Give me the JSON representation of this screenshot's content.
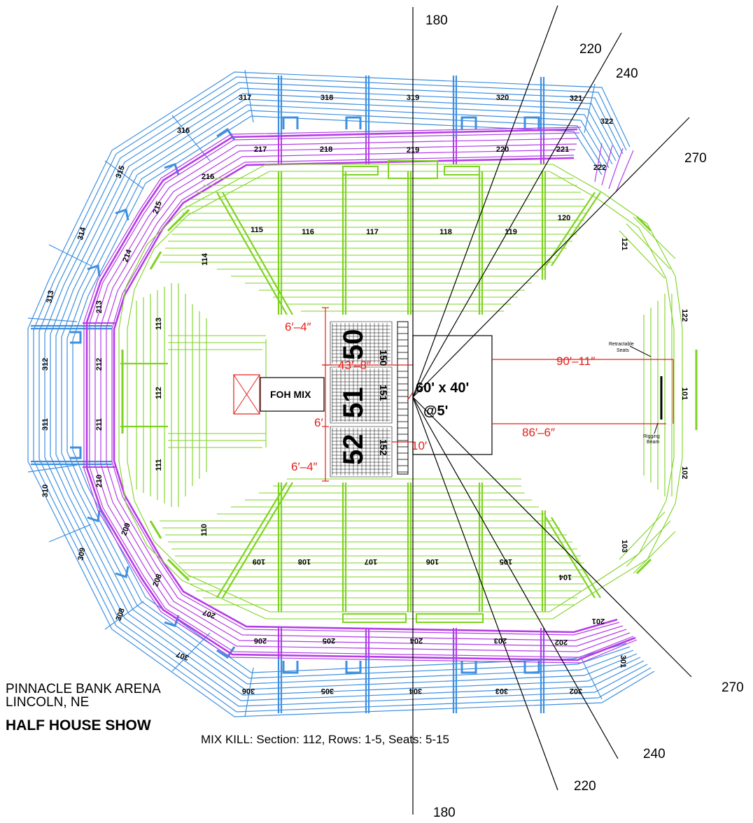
{
  "venue": {
    "name": "PINNACLE BANK ARENA",
    "city": "LINCOLN, NE",
    "show": "HALF HOUSE SHOW"
  },
  "mix_kill_note": "MIX KILL: Section: 112, Rows: 1-5, Seats: 5-15",
  "stage": {
    "size_label": "60' x 40'",
    "height_label": "@5'"
  },
  "foh_label": "FOH MIX",
  "floor_labels": {
    "s50": "50",
    "s51": "51",
    "s52": "52"
  },
  "floor_sub_labels": {
    "s150": "150",
    "s151": "151",
    "s152": "152"
  },
  "dimensions": {
    "d_6_4_top": "6′–4″",
    "d_43_8": "43′–8″",
    "d_6": "6′",
    "d_10": "10′",
    "d_6_4_bottom": "6′–4″",
    "d_90_11": "90′–11″",
    "d_86_6": "86′–6″"
  },
  "annotations": {
    "retractable": [
      "Retractable",
      "Seats"
    ],
    "rigging": [
      "Rigging",
      "Beam"
    ]
  },
  "angles": {
    "top_180": "180",
    "top_220": "220",
    "top_240": "240",
    "top_270": "270",
    "bottom_180": "180",
    "bottom_220": "220",
    "bottom_240": "240",
    "bottom_270": "270"
  },
  "sections": {
    "lower": [
      "101",
      "102",
      "103",
      "104",
      "105",
      "106",
      "107",
      "108",
      "109",
      "110",
      "111",
      "112",
      "113",
      "114",
      "115",
      "116",
      "117",
      "118",
      "119",
      "120",
      "121",
      "122"
    ],
    "middle": [
      "201",
      "202",
      "203",
      "204",
      "205",
      "206",
      "207",
      "208",
      "209",
      "210",
      "211",
      "212",
      "213",
      "214",
      "215",
      "216",
      "217",
      "218",
      "219",
      "220",
      "221",
      "222"
    ],
    "upper": [
      "301",
      "302",
      "303",
      "304",
      "305",
      "306",
      "307",
      "308",
      "309",
      "310",
      "311",
      "312",
      "313",
      "314",
      "315",
      "316",
      "317",
      "318",
      "319",
      "320",
      "321",
      "322"
    ]
  },
  "colors": {
    "upper_bowl": "#3d8fe0",
    "middle_bowl": "#b43ce6",
    "lower_bowl": "#7ed321",
    "dimension": "#e3201b",
    "floor": "#000000"
  }
}
